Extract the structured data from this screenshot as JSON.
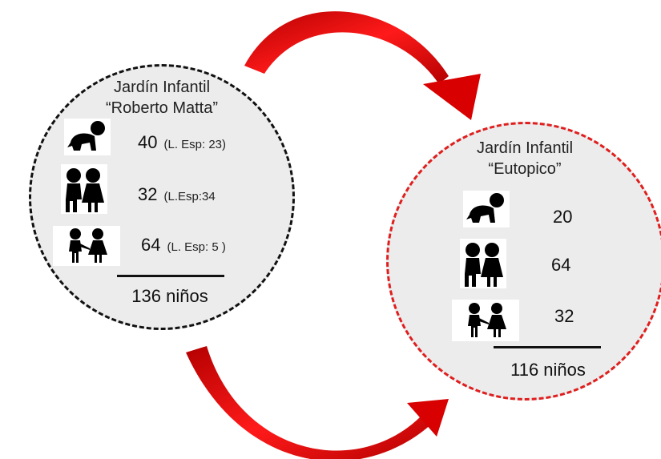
{
  "left": {
    "title_line1": "Jardín Infantil",
    "title_line2": "“Roberto Matta”",
    "rows": [
      {
        "icon": "crawling-baby-icon",
        "count": "40",
        "note": "(L. Esp: 23)"
      },
      {
        "icon": "toddler-pair-icon",
        "count": "32",
        "note": "(L.Esp:34"
      },
      {
        "icon": "children-holding-hands-icon",
        "count": "64",
        "note": "(L. Esp: 5 )"
      }
    ],
    "total": "136 niños",
    "border_color": "#111111"
  },
  "right": {
    "title_line1": "Jardín Infantil",
    "title_line2": "“Eutopico”",
    "rows": [
      {
        "icon": "crawling-baby-icon",
        "count": "20"
      },
      {
        "icon": "toddler-pair-icon",
        "count": "64"
      },
      {
        "icon": "children-holding-hands-icon",
        "count": "32"
      }
    ],
    "total": "116 niños",
    "border_color": "#e01e1e"
  },
  "arrow_color": "#e01212"
}
